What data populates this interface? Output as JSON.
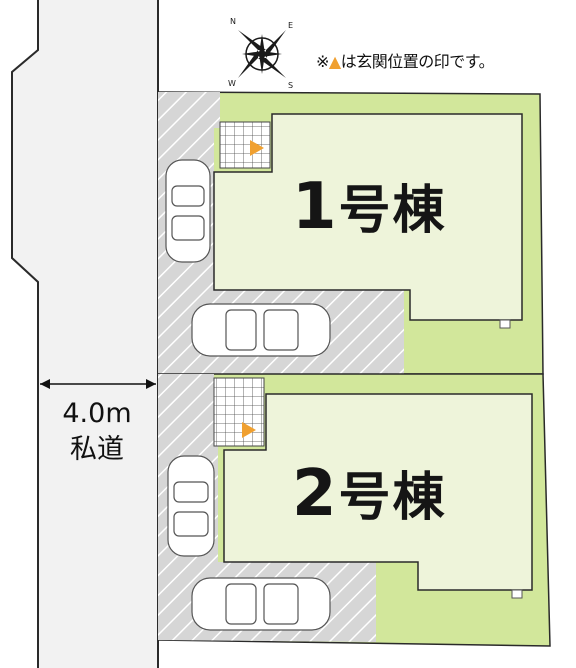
{
  "legend": {
    "mark": "※",
    "triangle": "▲",
    "text": "は玄関位置の印です。"
  },
  "road": {
    "width_label": "4.0m",
    "name_label": "私道"
  },
  "buildings": [
    {
      "number": "1",
      "suffix": "号棟"
    },
    {
      "number": "2",
      "suffix": "号棟"
    }
  ],
  "compass": {
    "icon": "compass-rose-icon",
    "directions": [
      "N",
      "E",
      "S",
      "W"
    ]
  },
  "colors": {
    "lot_green": "#d2e79b",
    "building_fill": "#eef4da",
    "parking_gray": "#d6d6d6",
    "road_fill": "#f2f2f2",
    "entrance_orange": "#f0a030",
    "outline": "#2a2a2a"
  }
}
